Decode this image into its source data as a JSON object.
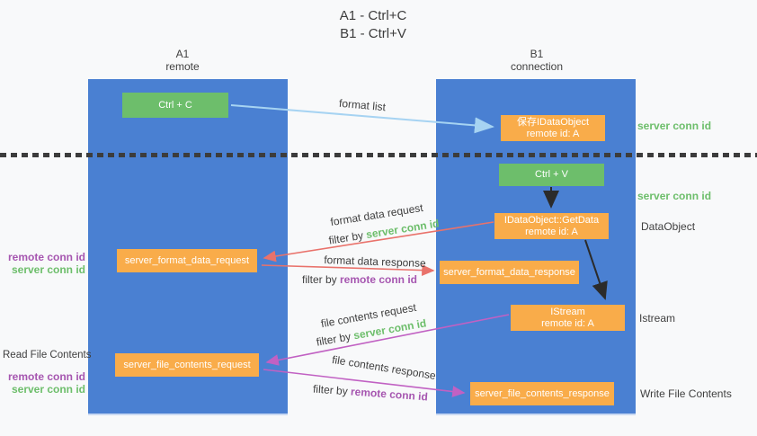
{
  "title": {
    "line1": "A1 - Ctrl+C",
    "line2": "B1 - Ctrl+V"
  },
  "columns": {
    "left": {
      "id": "A1",
      "role": "remote"
    },
    "right": {
      "id": "B1",
      "role": "connection"
    }
  },
  "boxes": {
    "ctrl_c": {
      "label": "Ctrl + C"
    },
    "save_idataobject": {
      "line1": "保存IDataObject",
      "line2": "remote id: A"
    },
    "ctrl_v": {
      "label": "Ctrl + V"
    },
    "idataobject_getdata": {
      "line1": "IDataObject::GetData",
      "line2": "remote id: A"
    },
    "server_format_data_request": {
      "label": "server_format_data_request"
    },
    "server_format_data_response": {
      "label": "server_format_data_response"
    },
    "istream": {
      "line1": "IStream",
      "line2": "remote id: A"
    },
    "server_file_contents_request": {
      "label": "server_file_contents_request"
    },
    "server_file_contents_response": {
      "label": "server_file_contents_response"
    }
  },
  "arrow_labels": {
    "format_list": "format list",
    "format_data_request": "format data request",
    "format_data_response": "format data response",
    "file_contents_request": "file contents request",
    "file_contents_response": "file contents response",
    "filter_by": "filter by ",
    "server_conn_id": "server conn id",
    "remote_conn_id": "remote conn id"
  },
  "side_labels": {
    "server_conn_id_top": "server conn id",
    "server_conn_id_mid": "server conn id",
    "dataobject": "DataObject",
    "istream": "Istream",
    "write_file_contents": "Write File Contents",
    "read_file_contents": "Read File Contents",
    "remote_conn_id": "remote conn id",
    "server_conn_id": "server conn id"
  },
  "colors": {
    "column_blue": "#4a80d2",
    "box_green": "#6dbe6b",
    "box_orange": "#f9ac4a",
    "arrow_lightblue": "#a6d3f2",
    "arrow_salmon": "#e9726b",
    "arrow_magenta": "#c161c3",
    "arrow_black": "#2b2b2b",
    "text_green": "#6dbe6b",
    "text_purple": "#a656b0",
    "text_dark": "#3f3f3f"
  }
}
